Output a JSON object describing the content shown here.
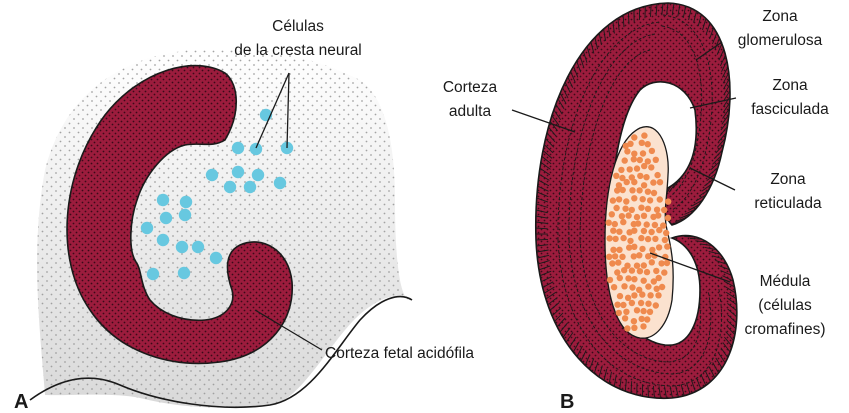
{
  "panel_a": {
    "letter": "A",
    "label_neural_crest_line1": "Células",
    "label_neural_crest_line2": "de la cresta neural",
    "label_fetal_cortex": "Corteza fetal acidófila"
  },
  "panel_b": {
    "letter": "B",
    "label_adult_cortex_line1": "Corteza",
    "label_adult_cortex_line2": "adulta",
    "label_glomerulosa_line1": "Zona",
    "label_glomerulosa_line2": "glomerulosa",
    "label_fasciculata_line1": "Zona",
    "label_fasciculata_line2": "fasciculada",
    "label_reticulata_line1": "Zona",
    "label_reticulata_line2": "reticulada",
    "label_medulla_line1": "Médula",
    "label_medulla_line2": "(células",
    "label_medulla_line3": "cromafines)"
  },
  "colors": {
    "cortex": "#9c1c3d",
    "cortex_dots": "#3a0a18",
    "neural_crest": "#67c8e0",
    "medulla": "#fbe2cf",
    "medulla_cells": "#ef8a4e",
    "mesenchyme": "#e9e9e9",
    "mesenchyme_dots": "#9a9a9a"
  }
}
